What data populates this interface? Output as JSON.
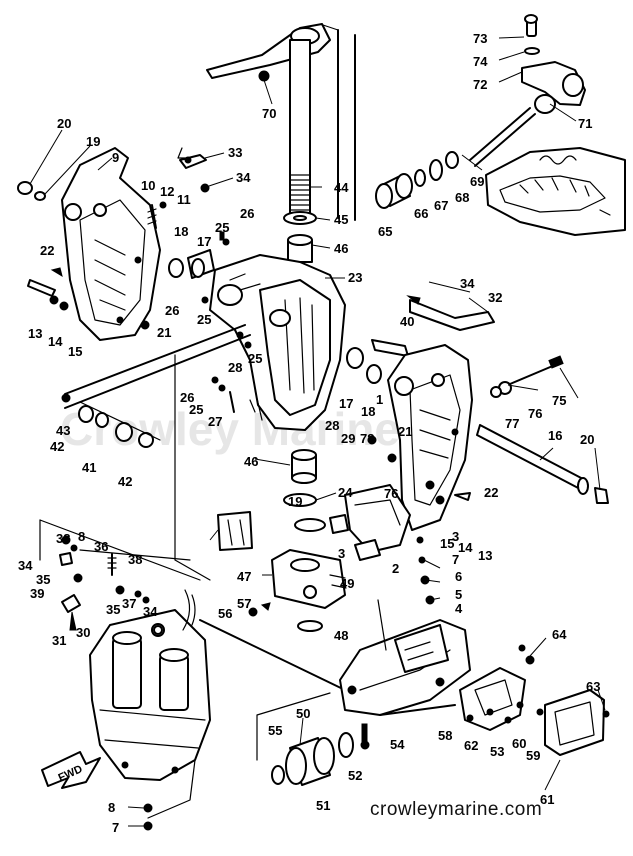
{
  "diagram": {
    "watermark_center": "Crowley Marine",
    "watermark_footer": "crowleymarine.com",
    "fwd_label": "FWD",
    "callouts": [
      {
        "id": "c73",
        "label": "73"
      },
      {
        "id": "c74",
        "label": "74"
      },
      {
        "id": "c72",
        "label": "72"
      },
      {
        "id": "c71",
        "label": "71"
      },
      {
        "id": "c70",
        "label": "70"
      },
      {
        "id": "c69",
        "label": "69"
      },
      {
        "id": "c68",
        "label": "68"
      },
      {
        "id": "c67",
        "label": "67"
      },
      {
        "id": "c66",
        "label": "66"
      },
      {
        "id": "c65",
        "label": "65"
      },
      {
        "id": "c44",
        "label": "44"
      },
      {
        "id": "c45",
        "label": "45"
      },
      {
        "id": "c46a",
        "label": "46"
      },
      {
        "id": "c23",
        "label": "23"
      },
      {
        "id": "c20a",
        "label": "20"
      },
      {
        "id": "c19",
        "label": "19"
      },
      {
        "id": "c9",
        "label": "9"
      },
      {
        "id": "c33",
        "label": "33"
      },
      {
        "id": "c34a",
        "label": "34"
      },
      {
        "id": "c10",
        "label": "10"
      },
      {
        "id": "c12",
        "label": "12"
      },
      {
        "id": "c11",
        "label": "11"
      },
      {
        "id": "c26a",
        "label": "26"
      },
      {
        "id": "c25a",
        "label": "25"
      },
      {
        "id": "c18a",
        "label": "18"
      },
      {
        "id": "c17a",
        "label": "17"
      },
      {
        "id": "c22a",
        "label": "22"
      },
      {
        "id": "c13a",
        "label": "13"
      },
      {
        "id": "c14a",
        "label": "14"
      },
      {
        "id": "c15a",
        "label": "15"
      },
      {
        "id": "c26b",
        "label": "26"
      },
      {
        "id": "c25b",
        "label": "25"
      },
      {
        "id": "c21a",
        "label": "21"
      },
      {
        "id": "c28a",
        "label": "28"
      },
      {
        "id": "c25c",
        "label": "25"
      },
      {
        "id": "c34b",
        "label": "34"
      },
      {
        "id": "c32",
        "label": "32"
      },
      {
        "id": "c40",
        "label": "40"
      },
      {
        "id": "c17b",
        "label": "17"
      },
      {
        "id": "c18b",
        "label": "18"
      },
      {
        "id": "c1",
        "label": "1"
      },
      {
        "id": "c75",
        "label": "75"
      },
      {
        "id": "c76a",
        "label": "76"
      },
      {
        "id": "c77",
        "label": "77"
      },
      {
        "id": "c16",
        "label": "16"
      },
      {
        "id": "c20b",
        "label": "20"
      },
      {
        "id": "c43",
        "label": "43"
      },
      {
        "id": "c42a",
        "label": "42"
      },
      {
        "id": "c41",
        "label": "41"
      },
      {
        "id": "c42b",
        "label": "42"
      },
      {
        "id": "c26c",
        "label": "26"
      },
      {
        "id": "c25d",
        "label": "25"
      },
      {
        "id": "c27",
        "label": "27"
      },
      {
        "id": "c28b",
        "label": "28"
      },
      {
        "id": "c29",
        "label": "29"
      },
      {
        "id": "c78",
        "label": "78"
      },
      {
        "id": "c21b",
        "label": "21"
      },
      {
        "id": "c46b",
        "label": "46"
      },
      {
        "id": "c76b",
        "label": "76"
      },
      {
        "id": "c22b",
        "label": "22"
      },
      {
        "id": "c24",
        "label": "24"
      },
      {
        "id": "c15b",
        "label": "15"
      },
      {
        "id": "c14b",
        "label": "14"
      },
      {
        "id": "c13b",
        "label": "13"
      },
      {
        "id": "c19b",
        "label": "19"
      },
      {
        "id": "c3a",
        "label": "3"
      },
      {
        "id": "c3b",
        "label": "3"
      },
      {
        "id": "c2",
        "label": "2"
      },
      {
        "id": "c7a",
        "label": "7"
      },
      {
        "id": "c6",
        "label": "6"
      },
      {
        "id": "c5",
        "label": "5"
      },
      {
        "id": "c4",
        "label": "4"
      },
      {
        "id": "c47",
        "label": "47"
      },
      {
        "id": "c49",
        "label": "49"
      },
      {
        "id": "c48",
        "label": "48"
      },
      {
        "id": "c57",
        "label": "57"
      },
      {
        "id": "c56",
        "label": "56"
      },
      {
        "id": "c38a",
        "label": "38"
      },
      {
        "id": "c8a",
        "label": "8"
      },
      {
        "id": "c36",
        "label": "36"
      },
      {
        "id": "c38b",
        "label": "38"
      },
      {
        "id": "c34c",
        "label": "34"
      },
      {
        "id": "c35a",
        "label": "35"
      },
      {
        "id": "c39",
        "label": "39"
      },
      {
        "id": "c37",
        "label": "37"
      },
      {
        "id": "c35b",
        "label": "35"
      },
      {
        "id": "c34d",
        "label": "34"
      },
      {
        "id": "c31",
        "label": "31"
      },
      {
        "id": "c30",
        "label": "30"
      },
      {
        "id": "c64",
        "label": "64"
      },
      {
        "id": "c63",
        "label": "63"
      },
      {
        "id": "c58",
        "label": "58"
      },
      {
        "id": "c62",
        "label": "62"
      },
      {
        "id": "c53",
        "label": "53"
      },
      {
        "id": "c60",
        "label": "60"
      },
      {
        "id": "c59",
        "label": "59"
      },
      {
        "id": "c55",
        "label": "55"
      },
      {
        "id": "c50",
        "label": "50"
      },
      {
        "id": "c54",
        "label": "54"
      },
      {
        "id": "c52",
        "label": "52"
      },
      {
        "id": "c51",
        "label": "51"
      },
      {
        "id": "c61",
        "label": "61"
      },
      {
        "id": "c8b",
        "label": "8"
      },
      {
        "id": "c7b",
        "label": "7"
      }
    ]
  }
}
